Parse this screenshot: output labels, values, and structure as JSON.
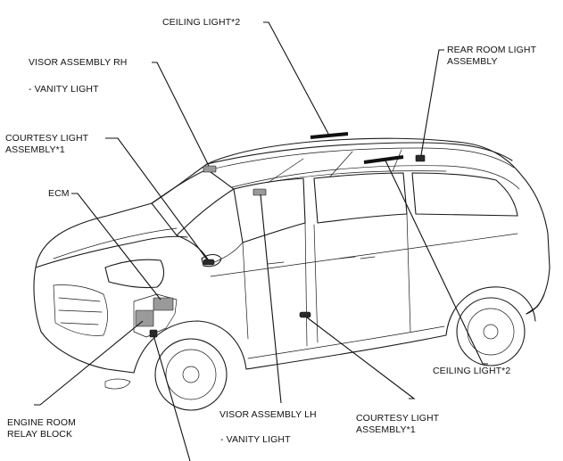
{
  "labels": {
    "ceiling_light_top": "CEILING LIGHT*2",
    "visor_rh": "VISOR ASSEMBLY RH",
    "vanity_light_rh": "- VANITY LIGHT",
    "rear_room_light_1": "REAR ROOM LIGHT",
    "rear_room_light_2": "ASSEMBLY",
    "courtesy_front_1": "COURTESY LIGHT",
    "courtesy_front_2": "ASSEMBLY*1",
    "ecm": "ECM",
    "engine_room_1": "ENGINE ROOM",
    "engine_room_2": "RELAY BLOCK",
    "visor_lh": "VISOR ASSEMBLY LH",
    "vanity_light_lh": "- VANITY LIGHT",
    "courtesy_rear_1": "COURTESY LIGHT",
    "courtesy_rear_2": "ASSEMBLY*1",
    "ceiling_light_right": "CEILING LIGHT*2"
  }
}
